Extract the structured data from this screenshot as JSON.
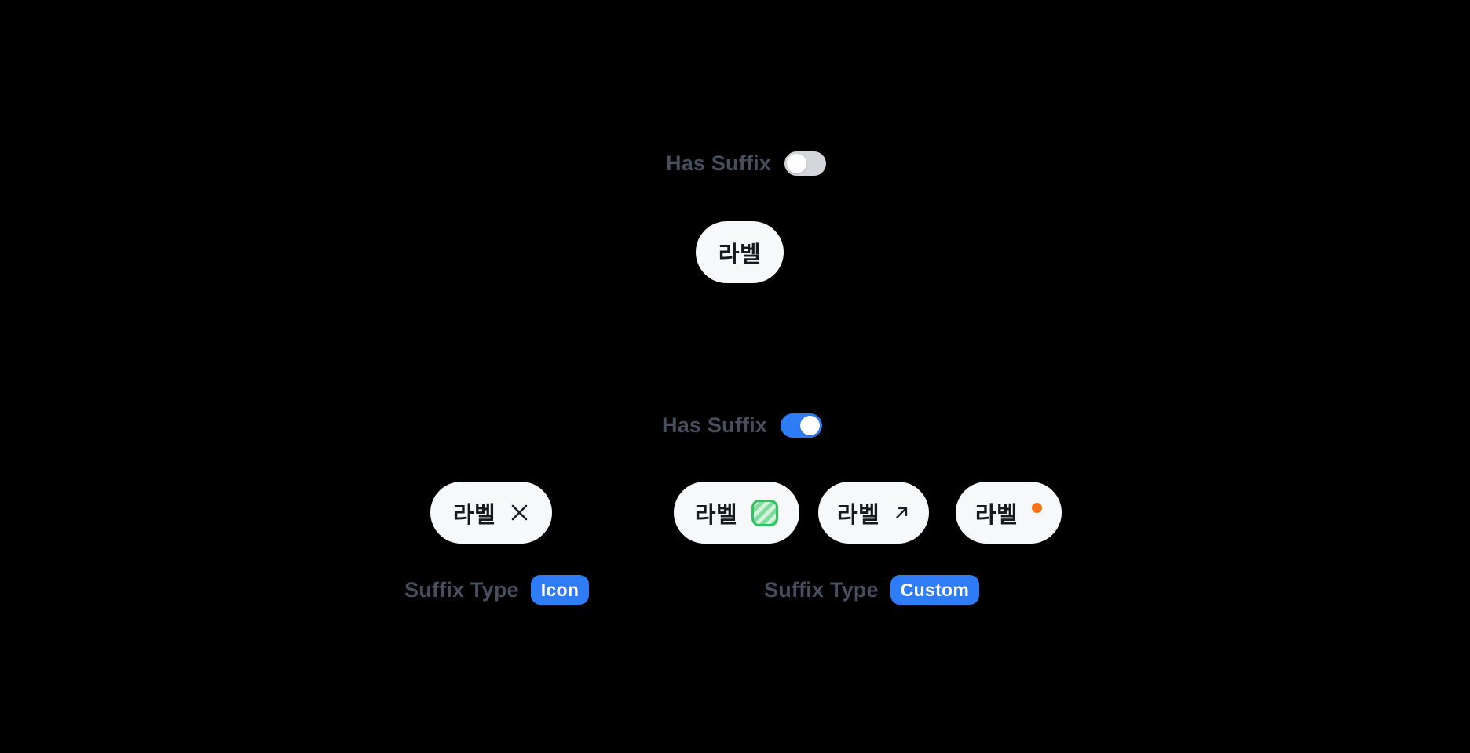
{
  "colors": {
    "background": "#000000",
    "accent_blue": "#2E7CF6",
    "label_gray": "#474E5E",
    "chip_background": "#F7F8F9",
    "chip_text": "#17191D",
    "toggle_off_track": "#D4D6DB",
    "toggle_knob": "#FFFFFF",
    "orange_dot": "#F97415",
    "custom_swatch_border": "#2CC35C",
    "custom_swatch_stripe_light": "#D3F1DB",
    "custom_swatch_stripe_dark": "#7EDC9B"
  },
  "no_suffix_section": {
    "toggle_label": "Has Suffix",
    "toggle_state": "off",
    "chip": {
      "label": "라벨"
    }
  },
  "suffix_section": {
    "toggle_label": "Has Suffix",
    "toggle_state": "on",
    "icon_group": {
      "chip": {
        "label": "라벨",
        "suffix": "close-icon"
      },
      "type_label": "Suffix Type",
      "type_badge": "Icon"
    },
    "custom_group": {
      "chips": [
        {
          "label": "라벨",
          "suffix": "custom-placeholder-swatch"
        },
        {
          "label": "라벨",
          "suffix": "arrow-up-right-icon"
        },
        {
          "label": "라벨",
          "suffix": "orange-notification-dot"
        }
      ],
      "type_label": "Suffix Type",
      "type_badge": "Custom"
    }
  }
}
